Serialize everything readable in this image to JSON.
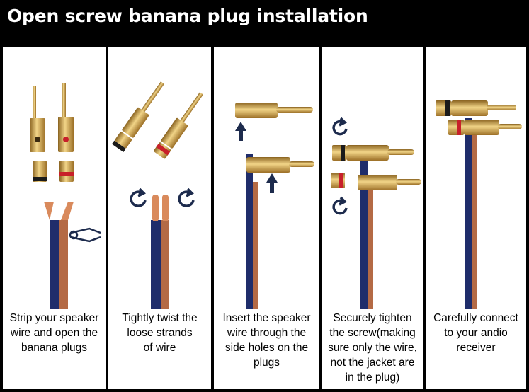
{
  "title": "Open screw banana plug installation",
  "steps": [
    {
      "lines": [
        "Strip your speaker",
        "wire and open the",
        "banana plugs"
      ]
    },
    {
      "lines": [
        "Tightly twist the",
        "loose strands",
        "of wire"
      ]
    },
    {
      "lines": [
        "Insert the speaker",
        "wire through the",
        "side holes on the",
        "plugs"
      ]
    },
    {
      "lines": [
        "Securely tighten",
        "the screw(making",
        "sure only the wire,",
        "not the jacket are",
        "in the plug)"
      ]
    },
    {
      "lines": [
        "Carefully connect",
        "to your andio",
        "receiver"
      ]
    }
  ],
  "colors": {
    "background": "#000000",
    "panel": "#ffffff",
    "gold": "#c9a24a",
    "wire_blue": "#1f2d6b",
    "copper": "#c8764f",
    "arrow": "#1d2b4d",
    "red_ring": "#c8202a"
  }
}
